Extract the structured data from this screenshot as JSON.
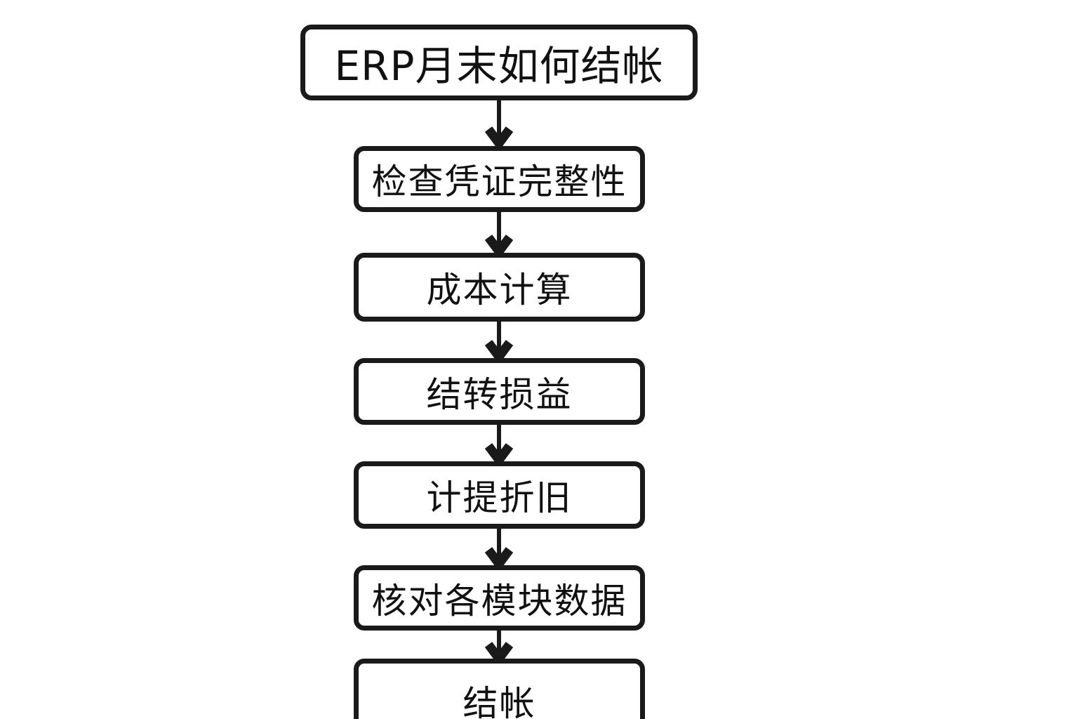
{
  "diagram": {
    "type": "flowchart",
    "orientation": "vertical-top-to-bottom",
    "background_color": "#ffffff",
    "node_border_color": "#1a1a1a",
    "node_fill_color": "#ffffff",
    "text_color": "#111111",
    "title": {
      "label": "ERP月末如何结帐"
    },
    "steps": [
      {
        "index": 1,
        "label": "检查凭证完整性"
      },
      {
        "index": 2,
        "label": "成本计算"
      },
      {
        "index": 3,
        "label": "结转损益"
      },
      {
        "index": 4,
        "label": "计提折旧"
      },
      {
        "index": 5,
        "label": "核对各模块数据"
      },
      {
        "index": 6,
        "label": "结帐"
      }
    ],
    "connectors": [
      {
        "from": "ERP月末如何结帐",
        "to": "检查凭证完整性",
        "style": "arrow-down"
      },
      {
        "from": "检查凭证完整性",
        "to": "成本计算",
        "style": "arrow-down"
      },
      {
        "from": "成本计算",
        "to": "结转损益",
        "style": "arrow-down"
      },
      {
        "from": "结转损益",
        "to": "计提折旧",
        "style": "arrow-down"
      },
      {
        "from": "计提折旧",
        "to": "核对各模块数据",
        "style": "arrow-down"
      },
      {
        "from": "核对各模块数据",
        "to": "结帐",
        "style": "arrow-down"
      }
    ]
  }
}
